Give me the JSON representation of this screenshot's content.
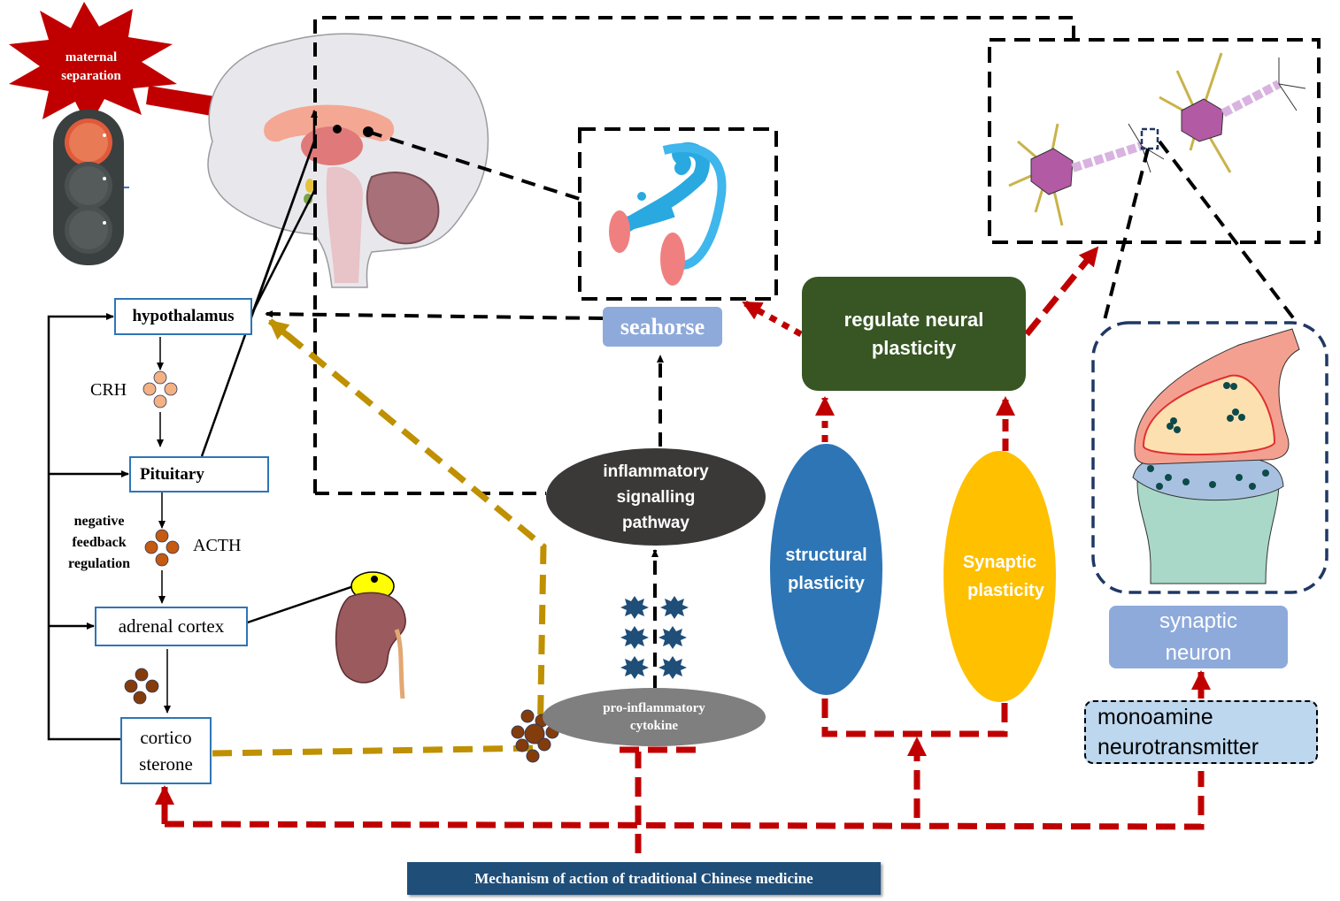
{
  "stressor": {
    "label": "maternal separation",
    "line1": "maternal",
    "line2": "separation",
    "color": "#c00000"
  },
  "hpa_axis": {
    "hypothalamus": "hypothalamus",
    "crh": "CRH",
    "pituitary": "Pituitary",
    "acth": "ACTH",
    "feedback": {
      "line1": "negative",
      "line2": "feedback",
      "line3": "regulation"
    },
    "adrenal_cortex": "adrenal cortex",
    "corticosterone": {
      "line1": "cortico",
      "line2": "sterone"
    },
    "box_color": "#2e75b6"
  },
  "hippocampus": {
    "label": "seahorse",
    "color": "#8eaadb"
  },
  "inflammation": {
    "pathway": {
      "line1": "inflammatory",
      "line2": "signalling",
      "line3": "pathway"
    },
    "cytokine": {
      "line1": "pro-inflammatory",
      "line2": "cytokine"
    }
  },
  "plasticity": {
    "regulate": {
      "line1": "regulate neural",
      "line2": "plasticity",
      "color": "#375623"
    },
    "structural": {
      "line1": "structural",
      "line2": "plasticity",
      "color": "#2e75b6"
    },
    "synaptic": {
      "line1": "Synaptic",
      "line2": "plasticity",
      "color": "#ffc000"
    }
  },
  "synapse": {
    "neuron_label": {
      "line1": "synaptic",
      "line2": "neuron"
    },
    "monoamine": {
      "line1": "monoamine",
      "line2": "neurotransmitter"
    }
  },
  "tcm": {
    "label": "Mechanism of action of traditional Chinese medicine",
    "color": "#1f4e79"
  },
  "colors": {
    "intervention": "#c00000",
    "cortisol_path": "#bf9000",
    "dashed": "#000000"
  }
}
